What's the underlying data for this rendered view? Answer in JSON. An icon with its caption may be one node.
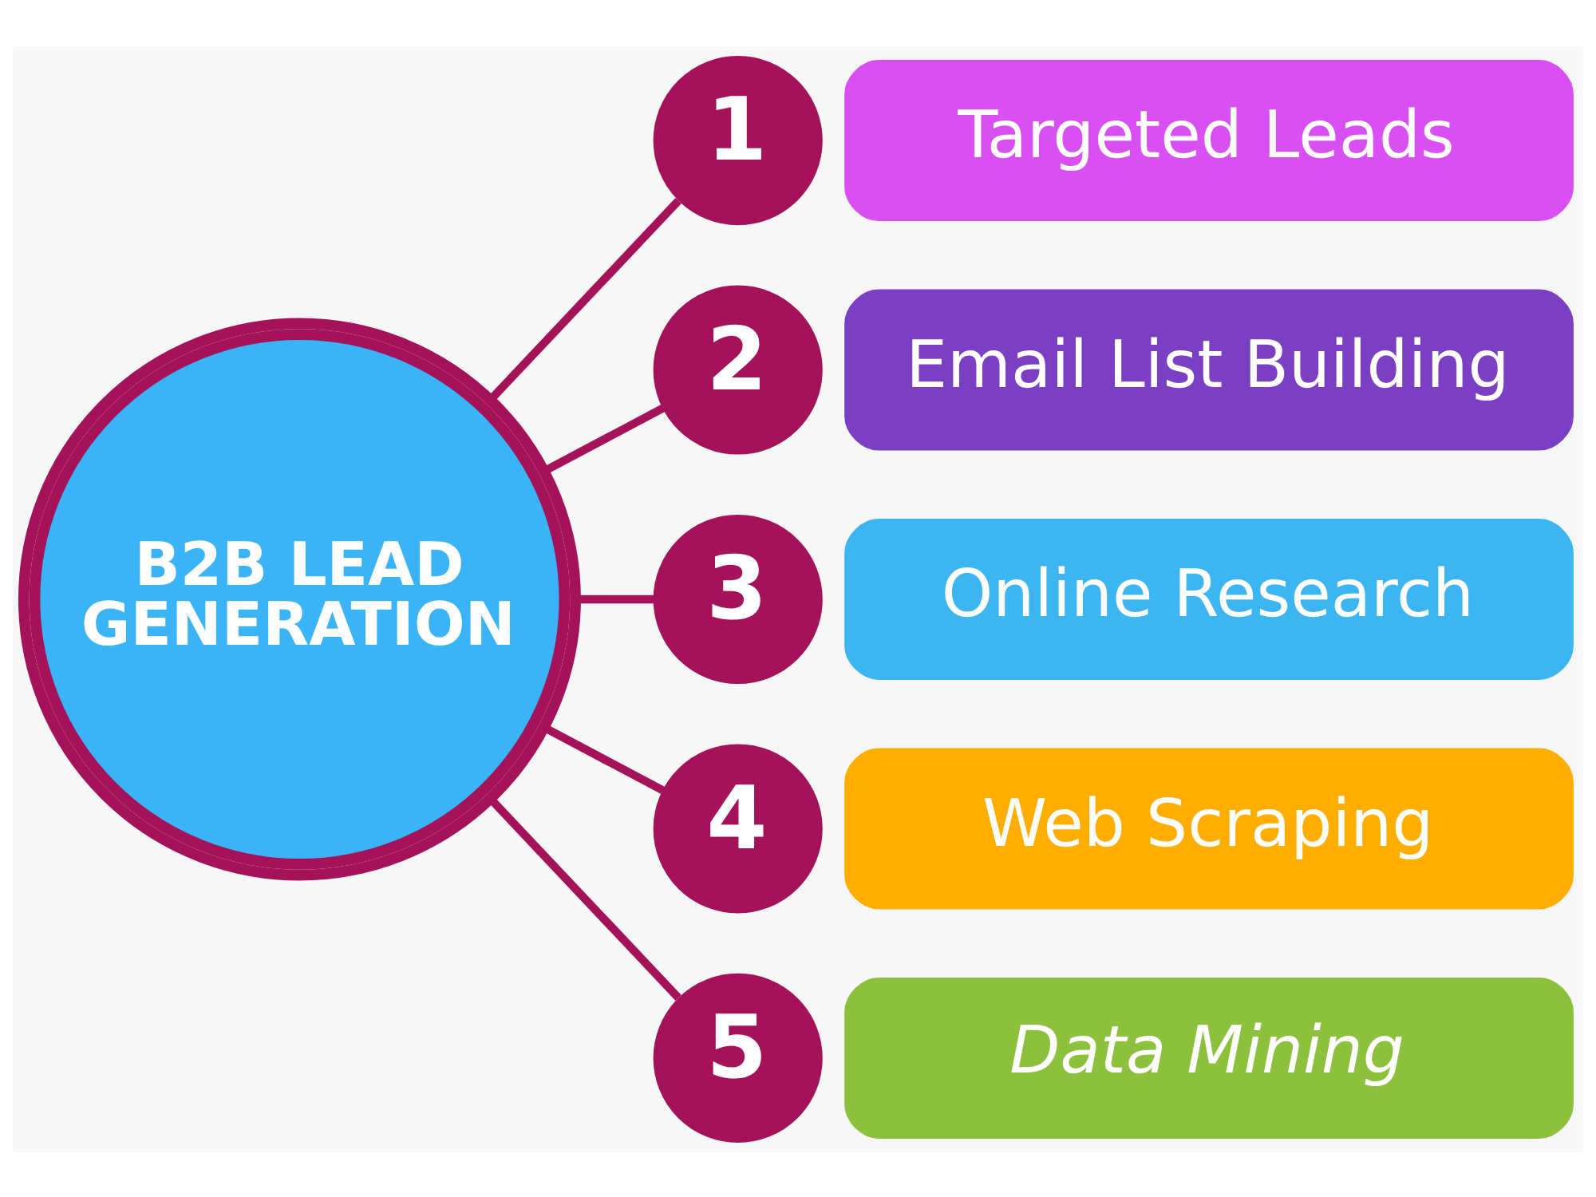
{
  "diagram": {
    "nodes": [
      {
        "text": [
          "B2B LEAD GENERATION"
        ]
      },
      {
        "text": [
          "1"
        ]
      },
      {
        "text": [
          "Targeted Leads"
        ]
      },
      {
        "text": [
          "2"
        ]
      },
      {
        "text": [
          "Email List Building"
        ]
      },
      {
        "text": [
          "3"
        ]
      },
      {
        "text": [
          "Online Research"
        ]
      },
      {
        "text": [
          "4"
        ]
      },
      {
        "text": [
          "Web Scraping"
        ]
      },
      {
        "text": [
          "5"
        ]
      },
      {
        "text": [
          "Data Mining"
        ]
      }
    ],
    "edges": [
      {
        "from": 0,
        "to": 1,
        "arrow": "none"
      },
      {
        "from": 0,
        "to": 3,
        "arrow": "none"
      },
      {
        "from": 0,
        "to": 5,
        "arrow": "none"
      },
      {
        "from": 0,
        "to": 7,
        "arrow": "none"
      },
      {
        "from": 0,
        "to": 9,
        "arrow": "none"
      }
    ]
  }
}
